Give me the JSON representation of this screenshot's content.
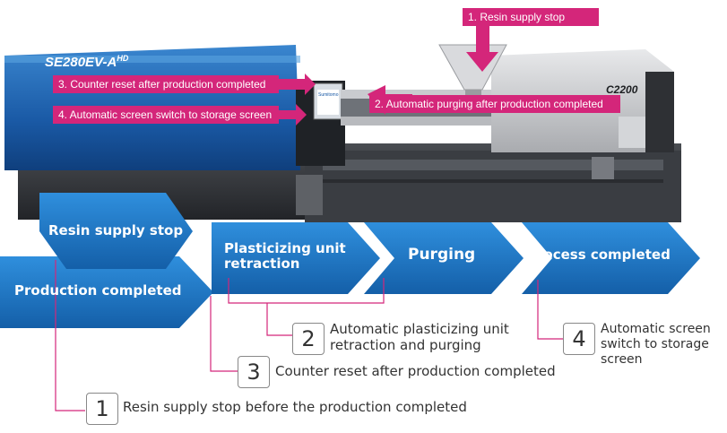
{
  "machine": {
    "model_main": "SE280EV-A",
    "model_suffix": "HD",
    "model_right": "C2200",
    "panel_brand": "Sumitomo"
  },
  "machine_labels": [
    {
      "id": "m1",
      "text": "1. Resin supply stop"
    },
    {
      "id": "m2",
      "text": "2. Automatic purging after production completed"
    },
    {
      "id": "m3",
      "text": "3. Counter reset after production completed"
    },
    {
      "id": "m4",
      "text": "4. Automatic screen switch to storage screen"
    }
  ],
  "flow": {
    "production_completed": "Production completed",
    "resin_supply_stop": "Resin supply stop",
    "plasticizing_line1": "Plasticizing unit",
    "plasticizing_line2": "retraction",
    "purging": "Purging",
    "process_completed": "Process completed"
  },
  "notes": [
    {
      "number": "1",
      "line1": "Resin supply stop before the production completed",
      "line2": "",
      "line3": ""
    },
    {
      "number": "2",
      "line1": "Automatic plasticizing unit",
      "line2": "retraction and purging",
      "line3": ""
    },
    {
      "number": "3",
      "line1": "Counter reset after production completed",
      "line2": "",
      "line3": ""
    },
    {
      "number": "4",
      "line1": "Automatic screen",
      "line2": "switch to storage",
      "line3": "screen"
    }
  ],
  "colors": {
    "accent_pink": "#d4267a",
    "flow_blue": "#1d71b8",
    "machine_blue": "#1a5aa6",
    "machine_dark": "#2d2f33"
  }
}
